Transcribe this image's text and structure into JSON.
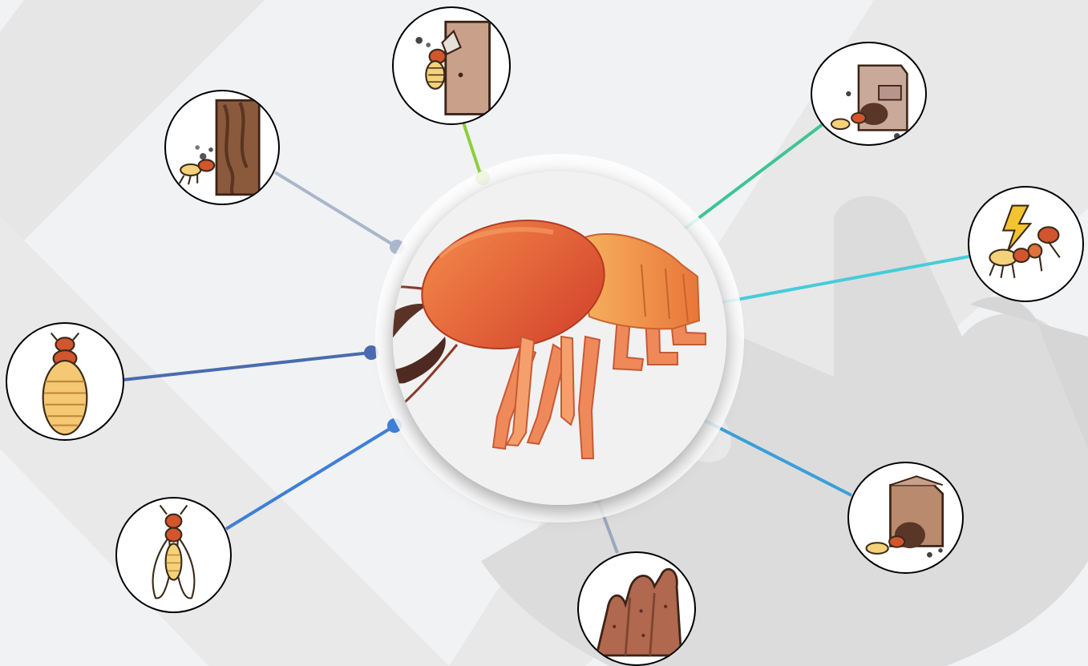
{
  "background": {
    "color": "#f1f2f3",
    "pattern": "#e6e6e7",
    "hand_color": "#dcdcdd"
  },
  "hub": {
    "icon": "termite-soldier-icon",
    "ring_color": "#ffffff"
  },
  "nodes": [
    {
      "id": "wood-damage",
      "icon": "termite-eating-wood-icon",
      "link_color": "#aab6cb"
    },
    {
      "id": "door-damage",
      "icon": "termite-eating-door-icon",
      "link_color": "#8fce3c"
    },
    {
      "id": "furniture-damage",
      "icon": "termite-eating-drawer-icon",
      "link_color": "#3fc494"
    },
    {
      "id": "electrical-damage",
      "icon": "termite-electrical-hazard-icon",
      "link_color": "#46ccd9"
    },
    {
      "id": "queen",
      "icon": "termite-queen-icon",
      "link_color": "#4a6baf"
    },
    {
      "id": "box-damage",
      "icon": "termite-eating-box-icon",
      "link_color": "#3a9fd8"
    },
    {
      "id": "swarmer",
      "icon": "winged-termite-icon",
      "link_color": "#3e7fd6"
    },
    {
      "id": "mound",
      "icon": "termite-mound-icon",
      "link_color": "#9aa7be"
    }
  ]
}
